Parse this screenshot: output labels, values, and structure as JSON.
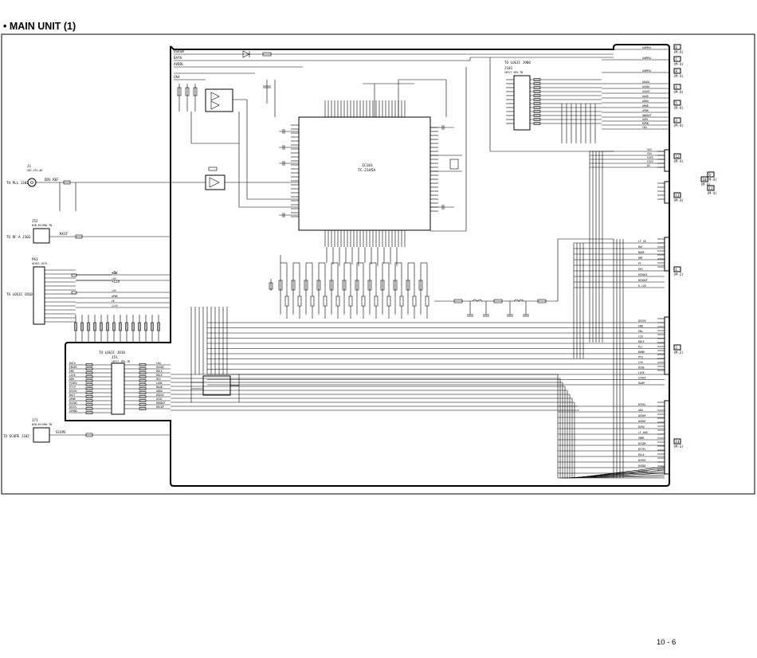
{
  "title": "• MAIN UNIT (1)",
  "page_number": "10 - 6",
  "main_ic": {
    "ref": "IC101",
    "part": "TC-2185A"
  },
  "left_connectors": [
    {
      "ref": "J1",
      "part": "YKC-21E-A6",
      "text": "TO PLL J302",
      "net": "DDS REF"
    },
    {
      "ref": "J52",
      "part": "B2B-EH-HMA-TN",
      "text": "TO RF-A J302",
      "net": "RXIF"
    },
    {
      "ref": "P61",
      "part": "QIHCS-1075",
      "text": "TO LOGIC CN10"
    },
    {
      "ref": "J71",
      "part": "B2B-EH-HMA-TN",
      "text": "TO SCOPE J102",
      "net": "SCOPE"
    }
  ],
  "bottom_connector": {
    "ref": "J51",
    "part": "20FLT-SM1-TB",
    "text": "TO LOGIC J810"
  },
  "top_connector": {
    "ref": "J101",
    "part": "20FLT-SM1-TB",
    "text": "TO LOGIC J900"
  },
  "right_refs": [
    {
      "num": "6",
      "sub": "(M-4)"
    },
    {
      "num": "7",
      "sub": "(M-4)"
    },
    {
      "num": "8",
      "sub": "(M-4)"
    },
    {
      "num": "4",
      "sub": "(M-4)"
    },
    {
      "num": "5",
      "sub": "(M-4)"
    },
    {
      "num": "3",
      "sub": "(M-4)"
    },
    {
      "num": "12",
      "sub": "(M-4)"
    },
    {
      "num": "9",
      "sub": "(M-4)"
    },
    {
      "num": "10",
      "sub": "(M-4)"
    },
    {
      "num": "11",
      "sub": "(M-4)"
    },
    {
      "num": "13",
      "sub": "(M-4)"
    },
    {
      "num": "1",
      "sub": "(M-2)"
    },
    {
      "num": "2",
      "sub": "(M-2)"
    },
    {
      "num": "14",
      "sub": "(M-3)"
    }
  ],
  "net_labels": {
    "top_left": [
      "DSRSN",
      "DATA",
      "AVDDL",
      "CKA"
    ],
    "right_top": [
      "AAMPOL",
      "AAMPOL",
      "AAMPOL",
      "ADUOL",
      "ASOOL",
      "AVOUT",
      "AAUD",
      "ADDU",
      "AMOB",
      "APWR",
      "AWDOUT",
      "AURL",
      "RORN",
      "CKA"
    ],
    "right_mid": [
      "S5V",
      "S5V",
      "S3V3",
      "S3V3",
      "8V"
    ],
    "right_group1": [
      "LF_CN",
      "BAY",
      "NUDE",
      "RMT",
      "PT",
      "RES",
      "DSROOF",
      "DSROOF",
      "R-128"
    ],
    "right_group2": [
      "DSSCR",
      "ENB",
      "ENL",
      "CLK",
      "DDLE",
      "PLL",
      "BAND",
      "PTO",
      "LCK",
      "DSUE",
      "LOCK",
      "SINCE",
      "RAOM"
    ],
    "right_group3": [
      "DSRSL",
      "ADU",
      "DSROF",
      "DSROF",
      "DSRU",
      "LF_ADD",
      "SNMC",
      "DSSDE",
      "DTSPL",
      "DSLE",
      "DSRCK",
      "DSRDS",
      "DSRDCS"
    ],
    "left_bus": [
      "DATA",
      "ENSER",
      "ENS",
      "LOCK",
      "DDR",
      "PCBYD",
      "PTIP",
      "DSSCK",
      "BOCT",
      "APWR",
      "DSSOG",
      "DSSYL",
      "SERDD"
    ],
    "bottom_bus": [
      "CKA",
      "DSSDE",
      "DDLS",
      "DDLE",
      "DES",
      "LOOK",
      "MAUB",
      "ADDU",
      "DRUCK",
      "OIDC",
      "DROOUT",
      "DRCAP"
    ],
    "p61_nets": [
      "+5V",
      "+5V",
      "+5V",
      "APWR",
      "CK",
      "+12V"
    ]
  },
  "rails": {
    "r1": "+5V",
    "r2": "+12V"
  }
}
